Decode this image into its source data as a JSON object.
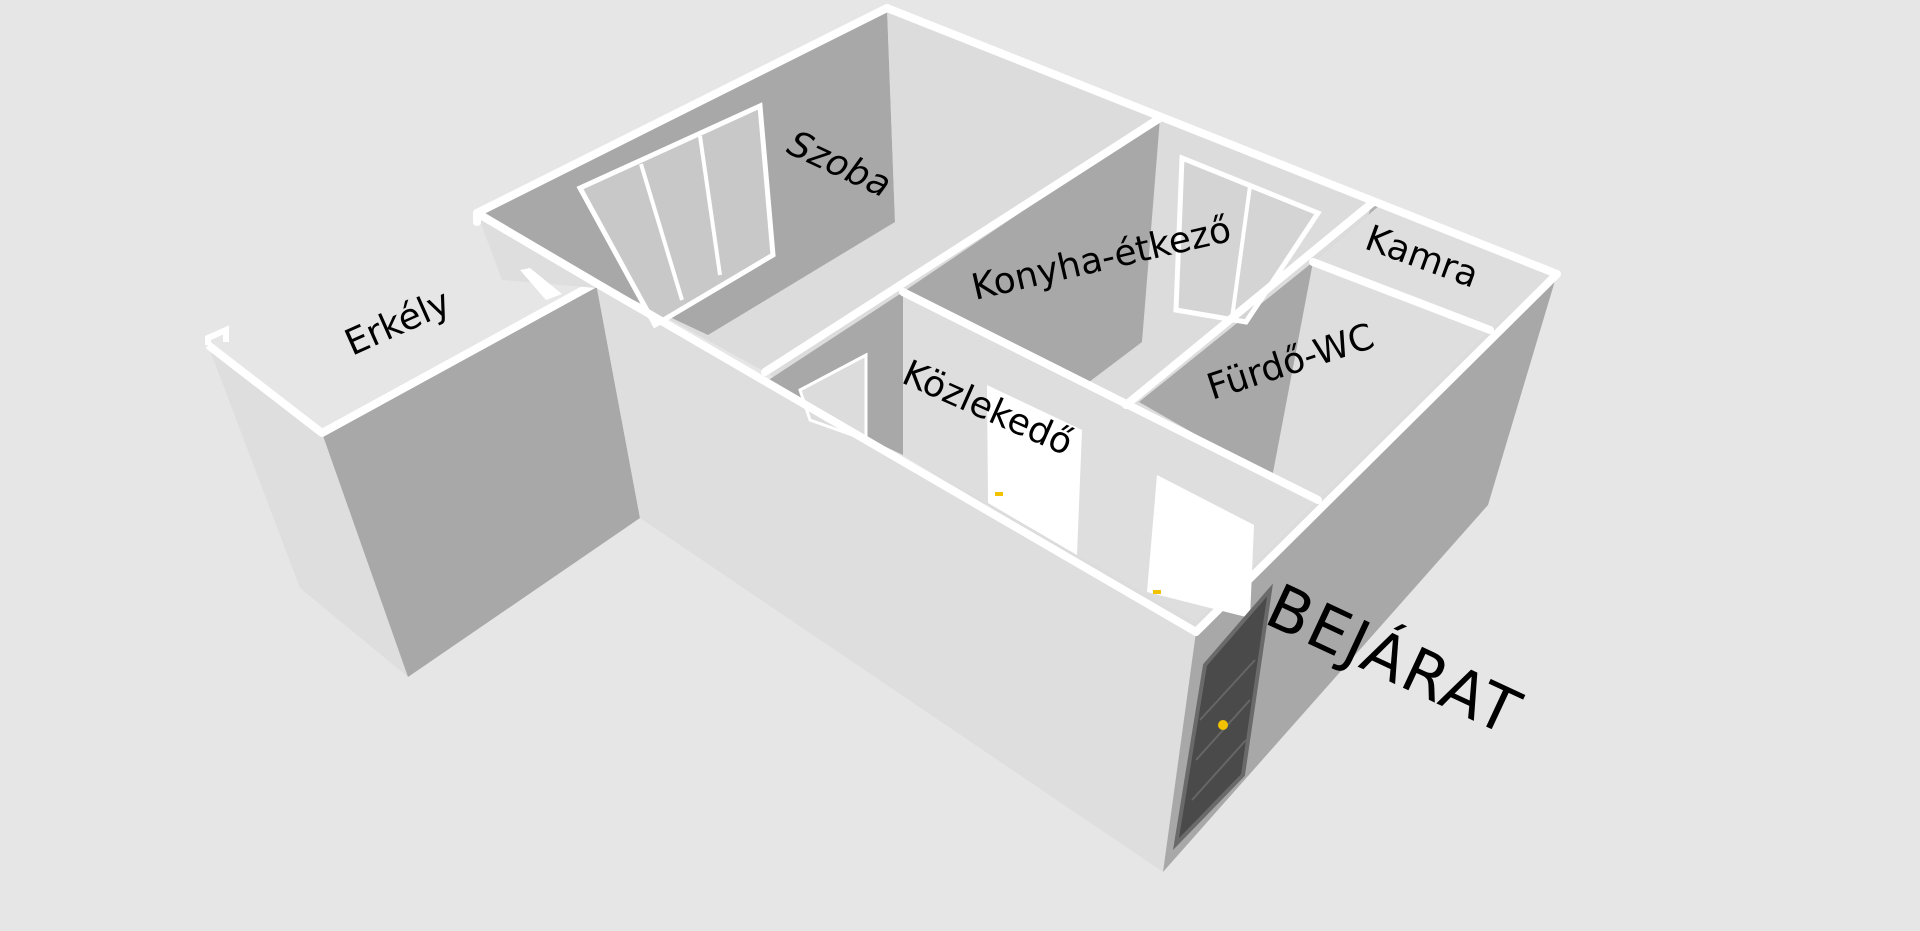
{
  "floorplan": {
    "rooms": {
      "szoba": "Szoba",
      "erkely": "Erkély",
      "konyha": "Konyha-étkező",
      "kamra": "Kamra",
      "furdo": "Fürdő-WC",
      "kozlekedo": "Közlekedő"
    },
    "entrance": "BEJÁRAT"
  },
  "colors": {
    "background": "#e6e6e6",
    "floor_light": "#dcdcdc",
    "wall_dark": "#a8a8a8",
    "wall_light": "#dedede",
    "wall_top": "#ffffff",
    "door_dark": "#4a4a4a",
    "handle": "#f2c200"
  }
}
